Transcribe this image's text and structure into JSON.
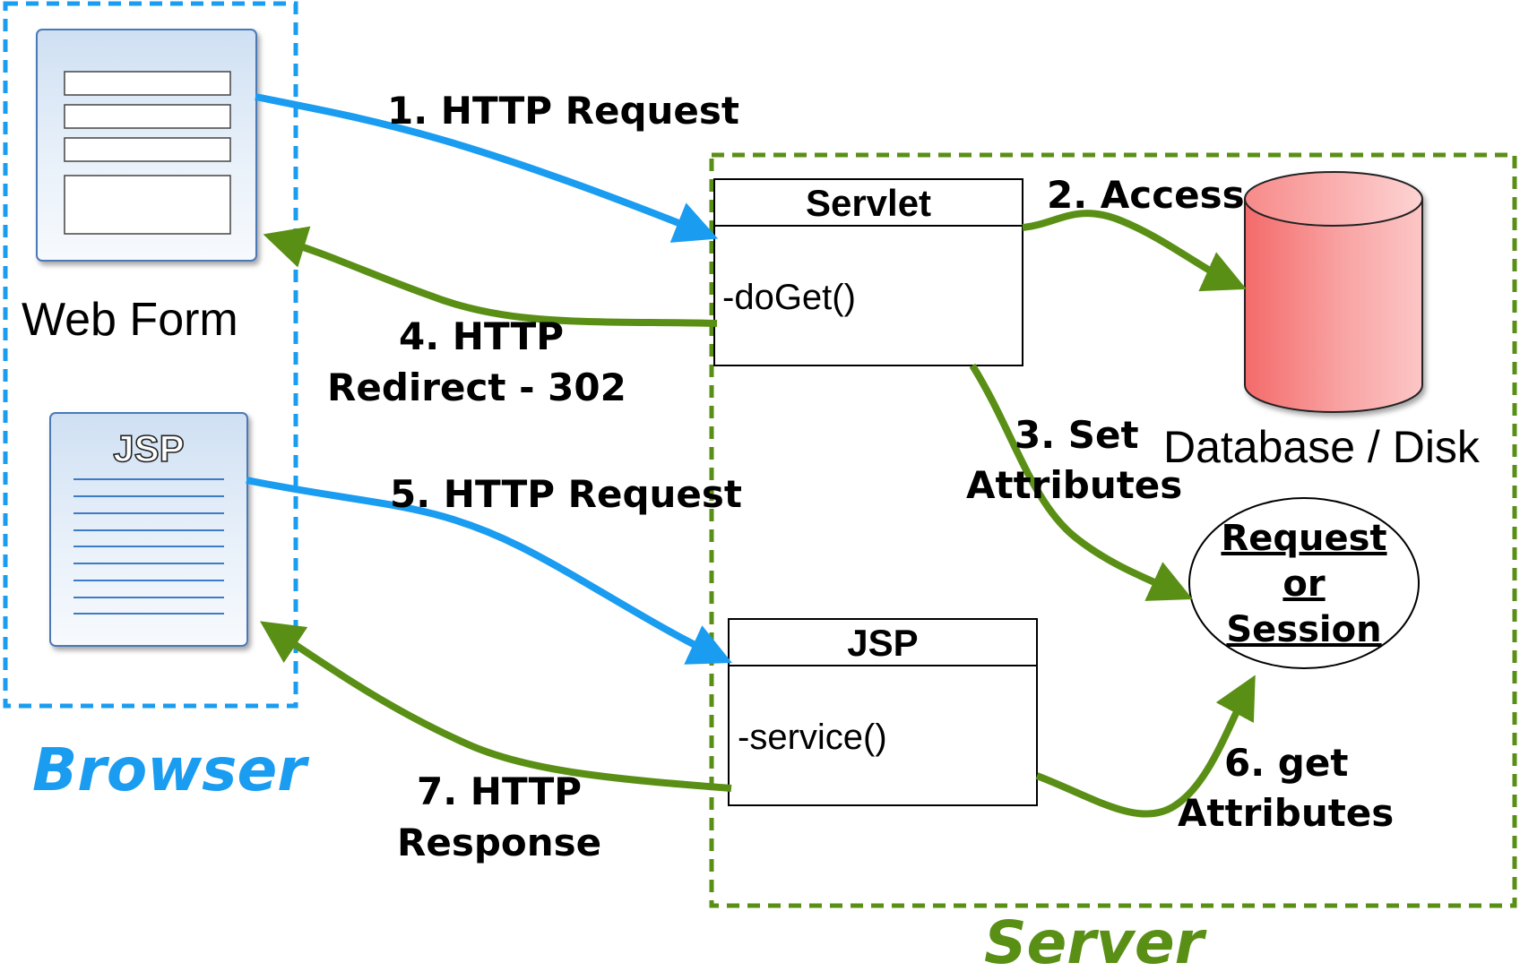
{
  "browser": {
    "label": "Browser",
    "web_form_label": "Web Form",
    "jsp_page_label": "JSP"
  },
  "server": {
    "label": "Server",
    "servlet": {
      "title": "Servlet",
      "method": "-doGet()"
    },
    "jsp": {
      "title": "JSP",
      "method": "-service()"
    },
    "database_label": "Database / Disk",
    "scope": {
      "line1": "Request",
      "line2": "or",
      "line3": "Session"
    }
  },
  "steps": {
    "s1": "1. HTTP Request",
    "s2": "2. Access",
    "s3_line1": "3. Set",
    "s3_line2": "Attributes",
    "s4_line1": "4. HTTP",
    "s4_line2": "Redirect - 302",
    "s5": "5. HTTP Request",
    "s6_line1": "6. get",
    "s6_line2": "Attributes",
    "s7_line1": "7. HTTP",
    "s7_line2": "Response"
  },
  "colors": {
    "blue": "#1a9cf0",
    "green": "#5a8f16",
    "db_fill": "#f56b6b"
  }
}
